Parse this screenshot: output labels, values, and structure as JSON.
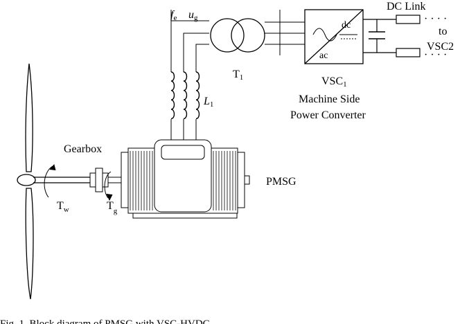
{
  "labels": {
    "fe_main": "f",
    "fe_sub": "e",
    "ug_main": "u",
    "ug_sub": "g",
    "transformer_main": "T",
    "transformer_sub": "1",
    "dc": "dc",
    "ac": "ac",
    "dc_link": "DC Link",
    "dots_top": "· · · ·",
    "dots_bottom": "· · · ·",
    "to": "to",
    "vsc2": "VSC2",
    "vsc1_main": "VSC",
    "vsc1_sub": "1",
    "machine_side": "Machine Side",
    "power_converter": "Power Converter",
    "inductor_main": "L",
    "inductor_sub": "1",
    "gearbox": "Gearbox",
    "pmsg": "PMSG",
    "tw_main": "T",
    "tw_sub": "w",
    "tg_main": "T",
    "tg_sub": "g"
  },
  "caption": "Fig. 1.   Block diagram of PMSG with VSC-HVDC"
}
